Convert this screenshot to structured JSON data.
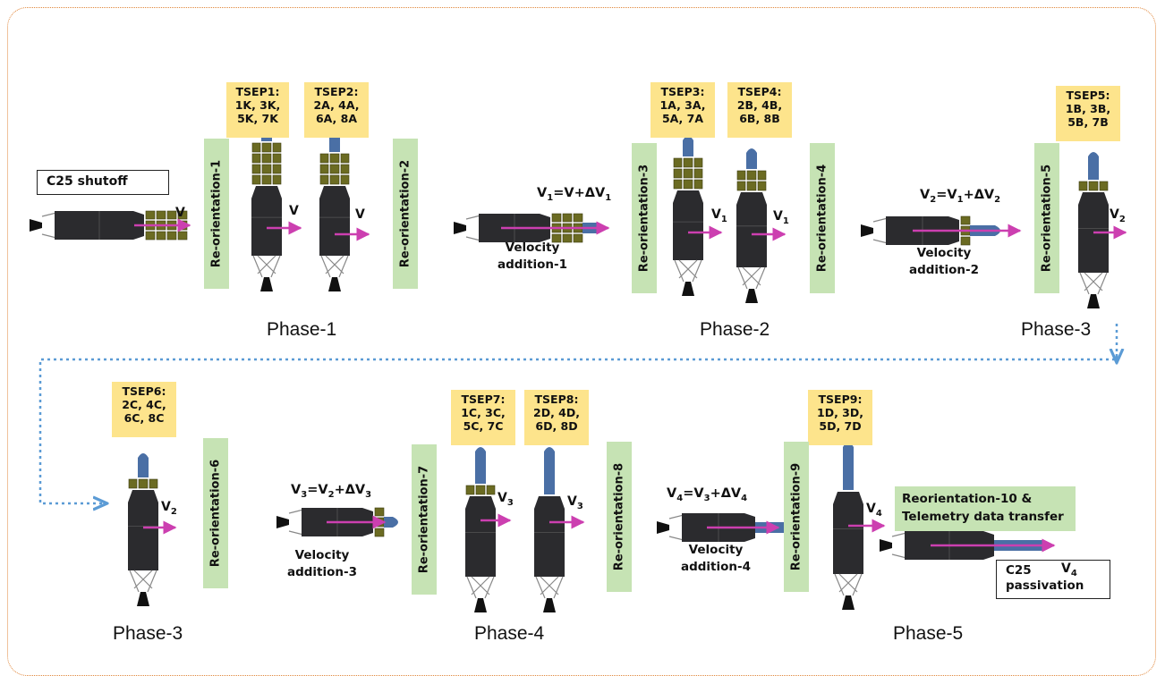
{
  "c25_shutoff": "C25 shutoff",
  "c25_passivation": "C25\npassivation",
  "phases": [
    "Phase-1",
    "Phase-2",
    "Phase-3",
    "Phase-3",
    "Phase-4",
    "Phase-5"
  ],
  "tsep": [
    "TSEP1:\n1K, 3K,\n5K, 7K",
    "TSEP2:\n2A, 4A,\n6A, 8A",
    "TSEP3:\n1A, 3A,\n5A, 7A",
    "TSEP4:\n2B, 4B,\n6B, 8B",
    "TSEP5:\n1B, 3B,\n5B, 7B",
    "TSEP6:\n2C, 4C,\n6C, 8C",
    "TSEP7:\n1C, 3C,\n5C, 7C",
    "TSEP8:\n2D, 4D,\n6D, 8D",
    "TSEP9:\n1D, 3D,\n5D, 7D"
  ],
  "reorientations": [
    "Re-orientation-1",
    "Re-orientation-2",
    "Re-orientation-3",
    "Re-orientation-4",
    "Re-orientation-5",
    "Re-orientation-6",
    "Re-orientation-7",
    "Re-orientation-8",
    "Re-orientation-9"
  ],
  "reorientation_10": "Reorientation-10 &\nTelemetry data transfer",
  "velocity_additions": [
    "Velocity\naddition-1",
    "Velocity\naddition-2",
    "Velocity\naddition-3",
    "Velocity\naddition-4"
  ],
  "equations": [
    {
      "lhs": "V",
      "lhs_sub": "1",
      "rhs": "V+ΔV",
      "rhs_sub": "1",
      "rhs_pre_sub": ""
    },
    {
      "lhs": "V",
      "lhs_sub": "2",
      "rhs_a": "V",
      "rhs_a_sub": "1",
      "rhs_b": "+ΔV",
      "rhs_b_sub": "2"
    },
    {
      "lhs": "V",
      "lhs_sub": "3",
      "rhs_a": "V",
      "rhs_a_sub": "2",
      "rhs_b": "+ΔV",
      "rhs_b_sub": "3"
    },
    {
      "lhs": "V",
      "lhs_sub": "4",
      "rhs_a": "V",
      "rhs_a_sub": "3",
      "rhs_b": "+ΔV",
      "rhs_b_sub": "4"
    }
  ],
  "vel_labels": {
    "v": "V",
    "v1_base": "V",
    "v1_sub": "1",
    "v2_sub": "2",
    "v3_sub": "3",
    "v4_sub": "4"
  },
  "colors": {
    "frame": "#e0863a",
    "tsep_bg": "#fde48c",
    "reor_bg": "#c6e3b4",
    "velocity_arrow": "#cc3fb0",
    "flow_arrow": "#5b9bd5",
    "stage_body": "#2b2b2e",
    "sep_motor": "#6b6b22",
    "payload": "#4a6fa5"
  }
}
